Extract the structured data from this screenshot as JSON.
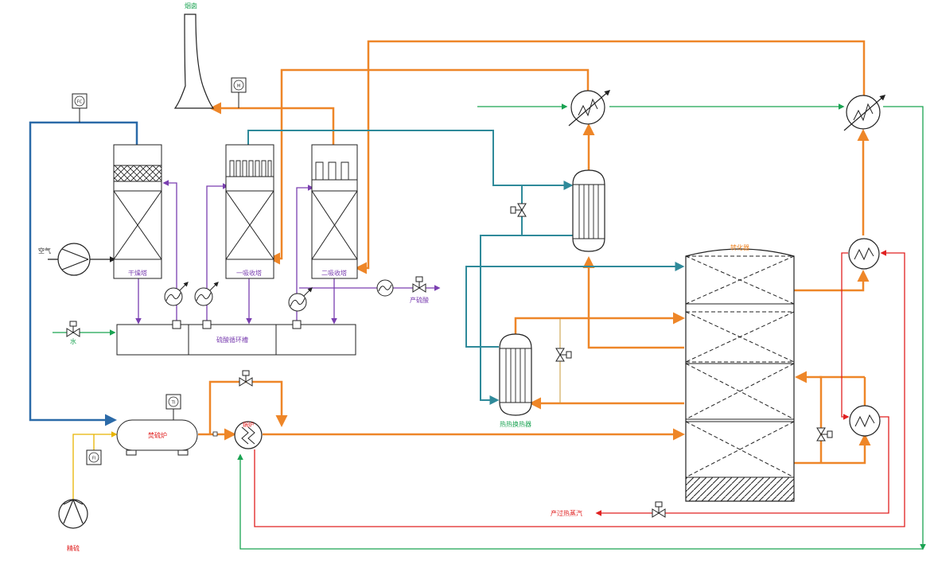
{
  "labels": {
    "chimney": "烟囱",
    "air": "空气",
    "water": "水",
    "drying_tower": "干燥塔",
    "first_absorber": "一吸收塔",
    "second_absorber": "二吸收塔",
    "circ_tank": "硫酸循环槽",
    "product_acid": "产硫酸",
    "furnace": "焚硫炉",
    "boiler": "锅炉",
    "hot_hx": "热热换热器",
    "converter": "转化器",
    "steam": "产过热蒸汽",
    "sulfur": "精硫",
    "inst_fi": "FI",
    "inst_ti": "TI",
    "inst_m": "M",
    "inst_fc": "FC"
  },
  "colors": {
    "orange": "#ee8628",
    "blue": "#2b6aa8",
    "teal": "#2f8a9a",
    "green": "#1aa352",
    "purple": "#7a3fb0",
    "red": "#e02020",
    "yellow": "#e8b400",
    "equipment": "#222222"
  }
}
